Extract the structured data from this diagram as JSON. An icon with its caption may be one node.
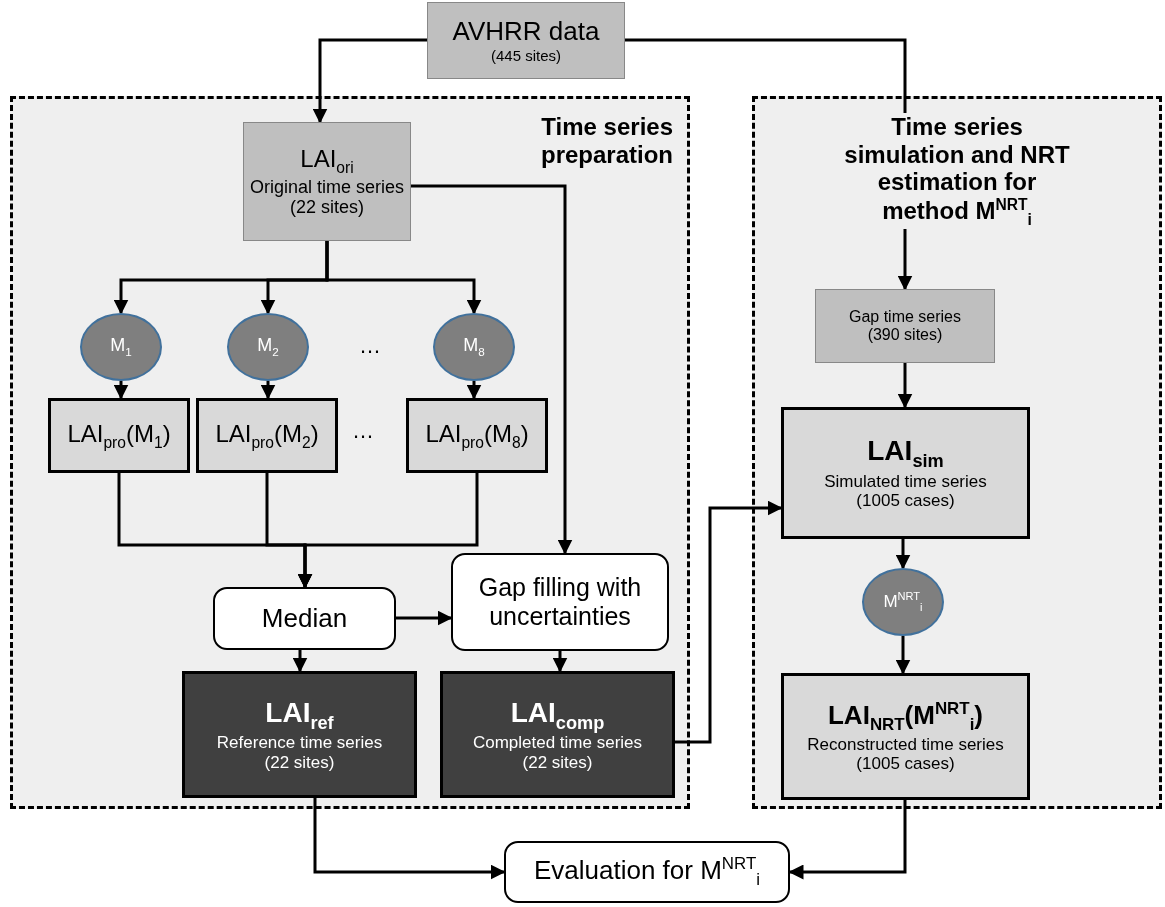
{
  "diagram": {
    "nodes": [
      {
        "text": [
          "AVHRR data",
          "(445 sites)"
        ]
      },
      {
        "text": [
          "Time series preparation"
        ]
      },
      {
        "text": [
          "LAI$_{ori}$",
          "Original time series",
          "(22 sites)"
        ],
        "in": 1
      },
      {
        "text": [
          "M$_{1}$"
        ],
        "in": 1
      },
      {
        "text": [
          "M$_{2}$"
        ],
        "in": 1
      },
      {
        "text": [
          "M$_{8}$"
        ],
        "in": 1
      },
      {
        "text": [
          "LAI$_{pro}$(M$_{1}$)"
        ],
        "in": 1
      },
      {
        "text": [
          "LAI$_{pro}$(M$_{2}$)"
        ],
        "in": 1
      },
      {
        "text": [
          "LAI$_{pro}$(M$_{8}$)"
        ],
        "in": 1
      },
      {
        "text": [
          "Median"
        ],
        "in": 1
      },
      {
        "text": [
          "Gap filling with uncertainties"
        ],
        "in": 1
      },
      {
        "text": [
          "LAI$_{ref}$",
          "Reference time series",
          "(22 sites)"
        ],
        "in": 1
      },
      {
        "text": [
          "LAI$_{comp}$",
          "Completed time series",
          "(22 sites)"
        ],
        "in": 1
      },
      {
        "text": [
          "Time series simulation and NRT estimation for method M$^{NRT}$$_{i}$"
        ]
      },
      {
        "text": [
          "Gap time series",
          "(390 sites)"
        ],
        "in": 13
      },
      {
        "text": [
          "LAI$_{sim}$",
          "Simulated time series",
          "(1005 cases)"
        ],
        "in": 13
      },
      {
        "text": [
          "M$^{NRT}$$_{i}$"
        ],
        "in": 13
      },
      {
        "text": [
          "LAI$_{NRT}$(M$^{NRT}$$_{i}$)",
          "Reconstructed time series",
          "(1005 cases)"
        ],
        "in": 13
      },
      {
        "text": [
          "Evaluation for M$^{NRT}$$_{i}$"
        ]
      }
    ],
    "edges": [
      {
        "from": 0,
        "to": 2,
        "arrow": "to"
      },
      {
        "from": 0,
        "to": 14,
        "arrow": "to"
      },
      {
        "from": 2,
        "to": 3,
        "arrow": "to"
      },
      {
        "from": 2,
        "to": 4,
        "arrow": "to"
      },
      {
        "from": 2,
        "to": 5,
        "arrow": "to"
      },
      {
        "from": 2,
        "to": 10,
        "arrow": "to"
      },
      {
        "from": 3,
        "to": 6,
        "arrow": "to"
      },
      {
        "from": 4,
        "to": 7,
        "arrow": "to"
      },
      {
        "from": 5,
        "to": 8,
        "arrow": "to"
      },
      {
        "from": 6,
        "to": 9,
        "arrow": "to"
      },
      {
        "from": 7,
        "to": 9,
        "arrow": "to"
      },
      {
        "from": 8,
        "to": 9,
        "arrow": "to"
      },
      {
        "from": 9,
        "to": 10,
        "arrow": "to"
      },
      {
        "from": 9,
        "to": 11,
        "arrow": "to"
      },
      {
        "from": 10,
        "to": 12,
        "arrow": "to"
      },
      {
        "from": 12,
        "to": 15,
        "arrow": "to"
      },
      {
        "from": 14,
        "to": 15,
        "arrow": "to"
      },
      {
        "from": 15,
        "to": 16,
        "arrow": "to"
      },
      {
        "from": 16,
        "to": 17,
        "arrow": "to"
      },
      {
        "from": 11,
        "to": 18,
        "arrow": "to"
      },
      {
        "from": 17,
        "to": 18,
        "arrow": "to"
      }
    ],
    "labels": [
      "…",
      "…"
    ]
  }
}
